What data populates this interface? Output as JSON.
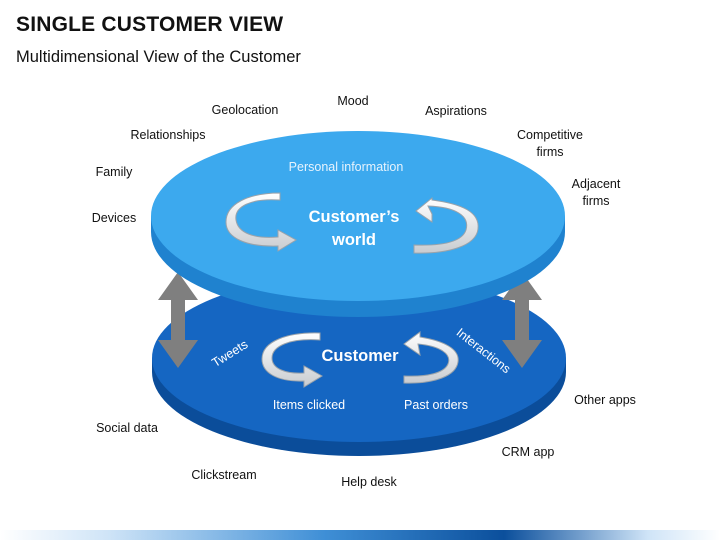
{
  "header": {
    "title": "SINGLE CUSTOMER VIEW",
    "subtitle": "Multidimensional View of the Customer"
  },
  "colors": {
    "top_disc": "#3ca9ee",
    "top_disc_side": "#1f82cf",
    "bottom_disc": "#1566c2",
    "bottom_disc_side": "#0b4d9a",
    "arrows": "#7f7f7f"
  },
  "top_disc": {
    "heading": "Personal information",
    "center_label_line1": "Customer’s",
    "center_label_line2": "world"
  },
  "bottom_disc": {
    "center_label": "Customer",
    "left_arc_label": "Tweets",
    "right_arc_label": "Interactions",
    "bottom_left_label": "Items clicked",
    "bottom_right_label": "Past orders"
  },
  "outer_labels": {
    "mood": "Mood",
    "geolocation": "Geolocation",
    "aspirations": "Aspirations",
    "relationships": "Relationships",
    "competitive_firms_line1": "Competitive",
    "competitive_firms_line2": "firms",
    "family": "Family",
    "adjacent_firms_line1": "Adjacent",
    "adjacent_firms_line2": "firms",
    "devices": "Devices",
    "other_apps": "Other apps",
    "social_data": "Social data",
    "crm_app": "CRM app",
    "clickstream": "Clickstream",
    "help_desk": "Help desk"
  }
}
